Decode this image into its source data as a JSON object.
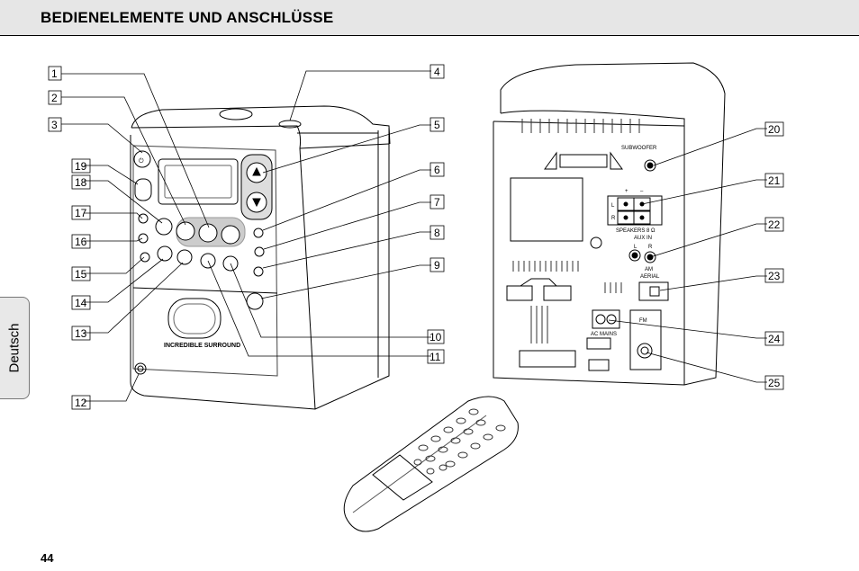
{
  "header": {
    "title": "BEDIENELEMENTE UND ANSCHLÜSSE"
  },
  "side_tab": {
    "label": "Deutsch"
  },
  "page_number": "44",
  "callouts": [
    "1",
    "2",
    "3",
    "4",
    "5",
    "6",
    "7",
    "8",
    "9",
    "10",
    "11",
    "12",
    "13",
    "14",
    "15",
    "16",
    "17",
    "18",
    "19",
    "20",
    "21",
    "22",
    "23",
    "24",
    "25"
  ],
  "front_unit": {
    "brand_text": "INCREDIBLE SURROUND"
  },
  "back_panel": {
    "subwoofer": "SUBWOOFER",
    "speakers": "SPEAKERS  8 Ω",
    "aux_in": "AUX IN",
    "aux_l": "L",
    "aux_r": "R",
    "am_aerial": "AM\nAERIAL",
    "am": "AM",
    "aerial": "AERIAL",
    "fm": "FM",
    "ac_mains": "AC MAINS",
    "spk_plus": "+",
    "spk_minus": "–",
    "spk_l": "L",
    "spk_r": "R"
  }
}
